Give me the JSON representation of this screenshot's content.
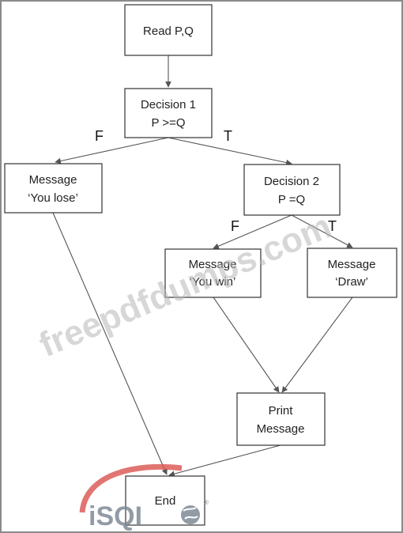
{
  "nodes": {
    "read": [
      "Read P,Q"
    ],
    "decision1": [
      "Decision 1",
      "P >=Q"
    ],
    "lose": [
      "Message",
      "‘You lose’"
    ],
    "decision2": [
      "Decision 2",
      "P =Q"
    ],
    "win": [
      "Message",
      "‘You win’"
    ],
    "draw": [
      "Message",
      "‘Draw’"
    ],
    "print": [
      "Print",
      "Message"
    ],
    "end": [
      "End"
    ]
  },
  "branches": {
    "d1_false": "F",
    "d1_true": "T",
    "d2_false": "F",
    "d2_true": "T"
  },
  "watermark": {
    "text": "freepdfdumps.com",
    "logo": "iSQI",
    "logo_mark": "®",
    "logo_icon": "globe-icon"
  }
}
